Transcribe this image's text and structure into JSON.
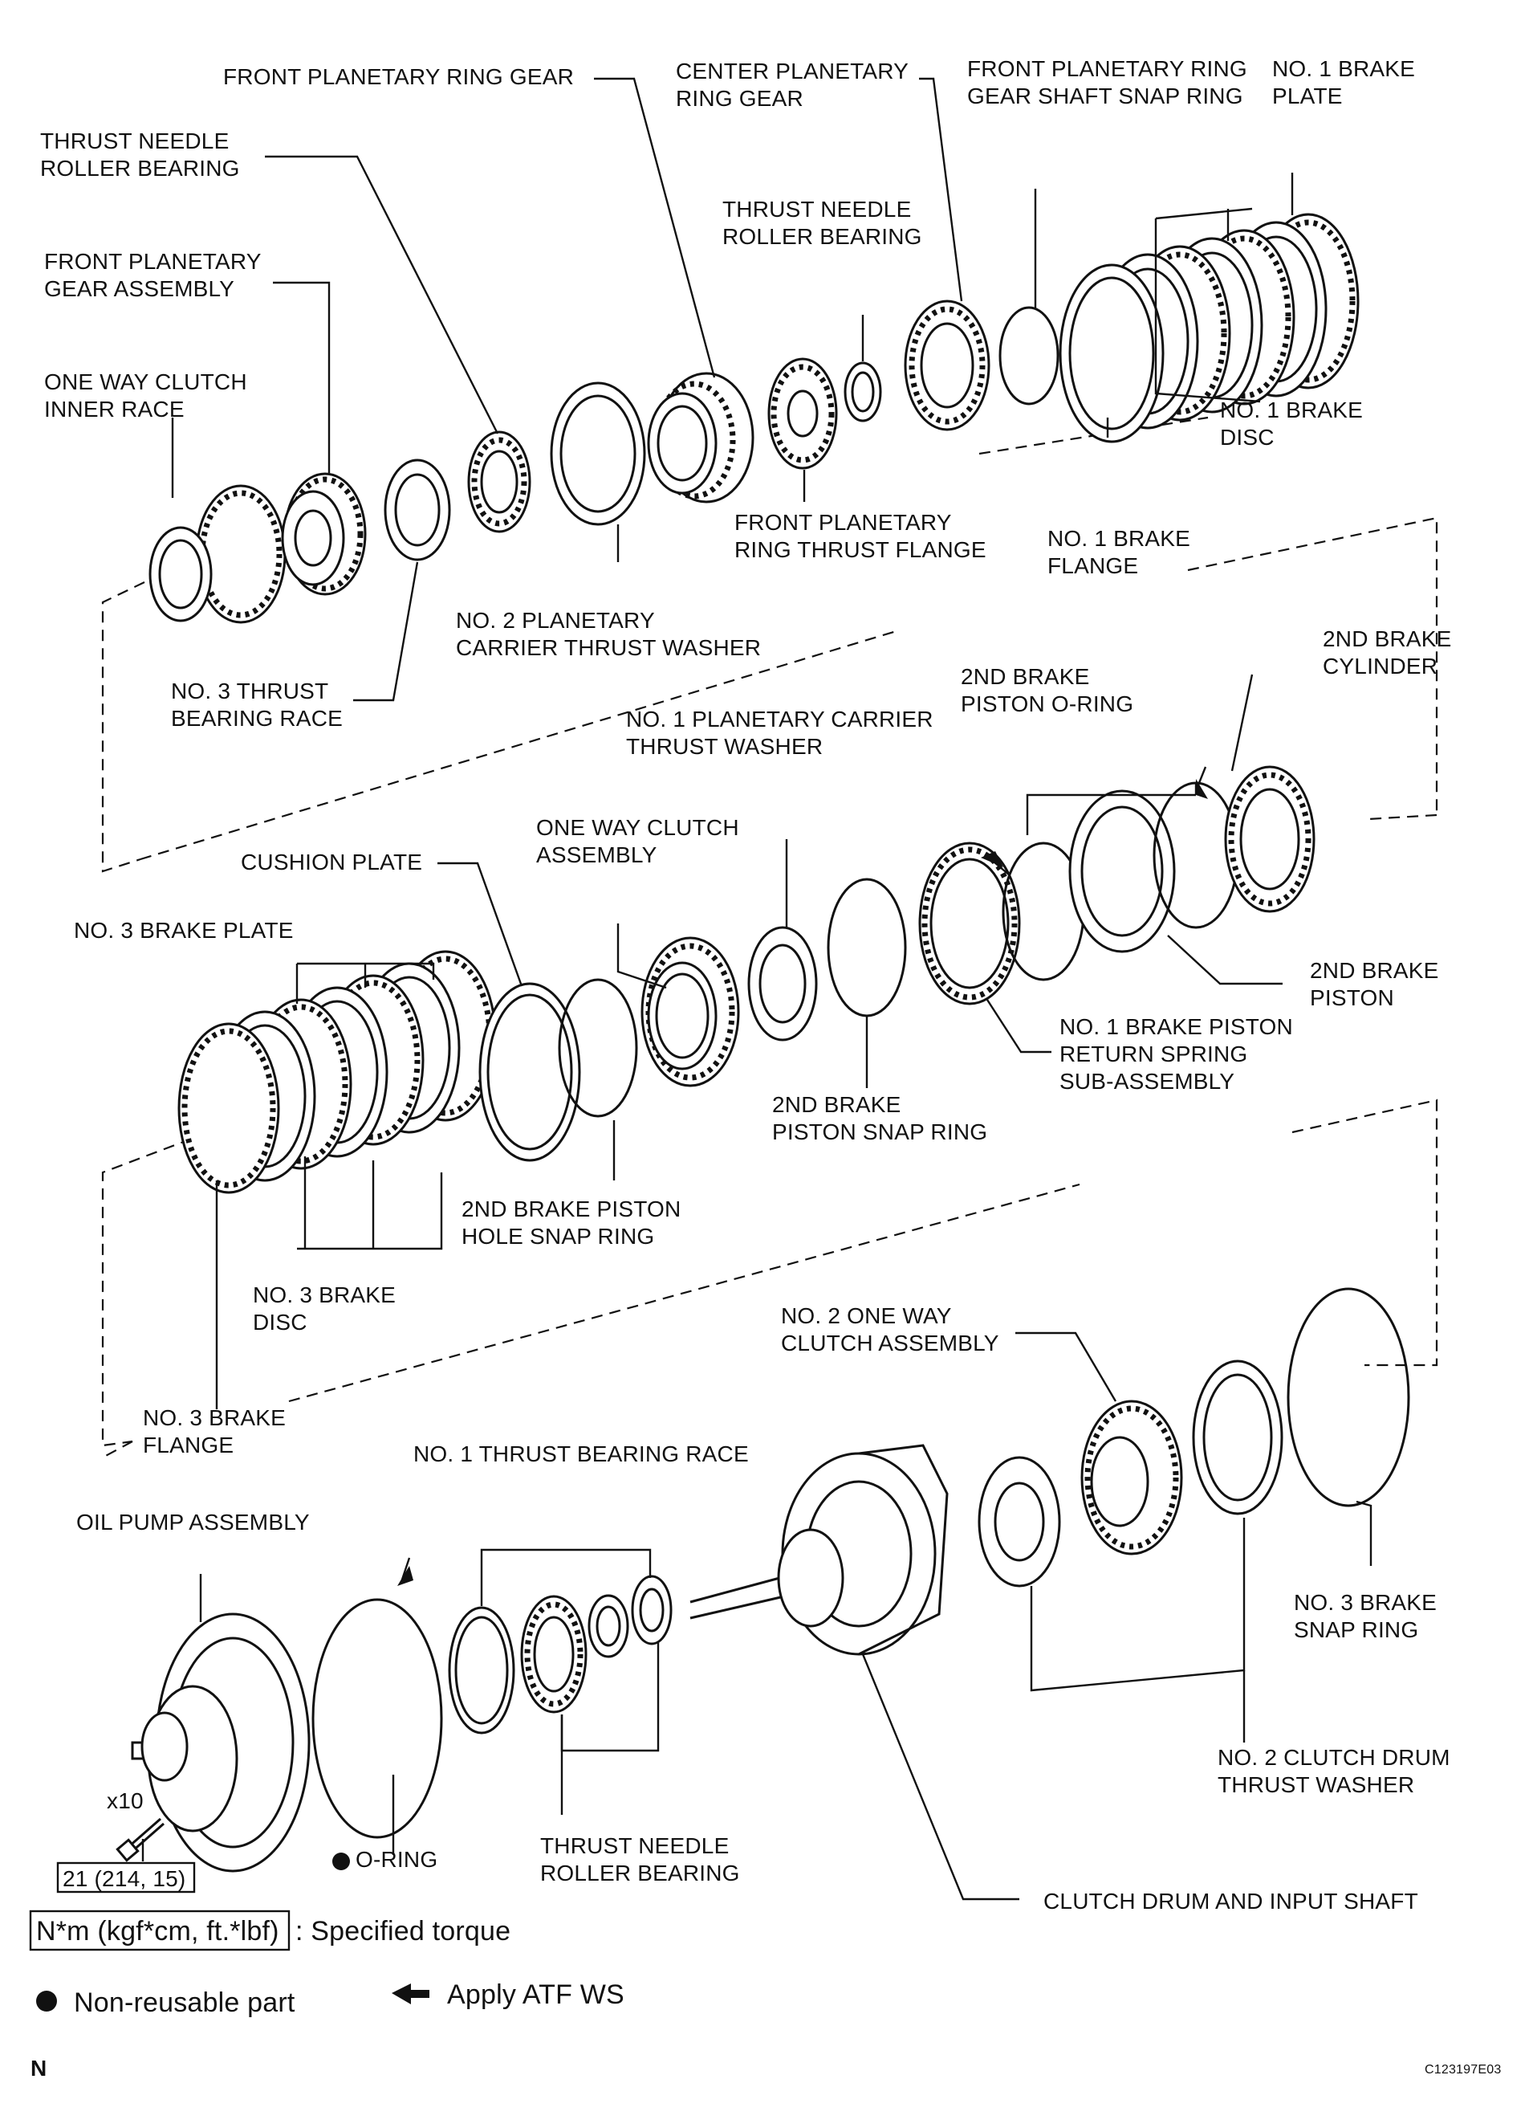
{
  "labels": {
    "front_planetary_ring_gear": [
      "FRONT PLANETARY RING GEAR"
    ],
    "center_planetary_ring_gear": [
      "CENTER PLANETARY",
      "RING GEAR"
    ],
    "front_planetary_ring_gear_shaft_snap_ring": [
      "FRONT PLANETARY RING",
      "GEAR SHAFT SNAP RING"
    ],
    "no1_brake_plate": [
      "NO. 1 BRAKE",
      "PLATE"
    ],
    "thrust_needle_roller_bearing_top": [
      "THRUST NEEDLE",
      "ROLLER BEARING"
    ],
    "thrust_needle_roller_bearing_mid": [
      "THRUST NEEDLE",
      "ROLLER BEARING"
    ],
    "front_planetary_gear_assembly": [
      "FRONT PLANETARY",
      "GEAR ASSEMBLY"
    ],
    "one_way_clutch_inner_race": [
      "ONE WAY CLUTCH",
      "INNER RACE"
    ],
    "no1_brake_disc": [
      "NO. 1 BRAKE",
      "DISC"
    ],
    "front_planetary_ring_thrust_flange": [
      "FRONT PLANETARY",
      "RING THRUST FLANGE"
    ],
    "no1_brake_flange": [
      "NO. 1 BRAKE",
      "FLANGE"
    ],
    "no2_planetary_carrier_thrust_washer": [
      "NO. 2 PLANETARY",
      "CARRIER THRUST WASHER"
    ],
    "no3_thrust_bearing_race": [
      "NO. 3 THRUST",
      "BEARING RACE"
    ],
    "second_brake_cylinder": [
      "2ND BRAKE",
      "CYLINDER"
    ],
    "second_brake_piston_o_ring": [
      "2ND BRAKE",
      "PISTON O-RING"
    ],
    "no1_planetary_carrier_thrust_washer": [
      "NO. 1 PLANETARY CARRIER",
      "THRUST WASHER"
    ],
    "one_way_clutch_assembly": [
      "ONE WAY CLUTCH",
      "ASSEMBLY"
    ],
    "cushion_plate": [
      "CUSHION PLATE"
    ],
    "no3_brake_plate": [
      "NO. 3 BRAKE PLATE"
    ],
    "second_brake_piston": [
      "2ND BRAKE",
      "PISTON"
    ],
    "no1_brake_piston_return_spring": [
      "NO. 1 BRAKE PISTON",
      "RETURN SPRING",
      "SUB-ASSEMBLY"
    ],
    "second_brake_piston_snap_ring": [
      "2ND BRAKE",
      "PISTON SNAP RING"
    ],
    "second_brake_piston_hole_snap_ring": [
      "2ND BRAKE PISTON",
      "HOLE SNAP RING"
    ],
    "no3_brake_disc": [
      "NO. 3 BRAKE",
      "DISC"
    ],
    "no2_one_way_clutch_assembly": [
      "NO. 2 ONE WAY",
      "CLUTCH ASSEMBLY"
    ],
    "no3_brake_flange": [
      "NO. 3 BRAKE",
      "FLANGE"
    ],
    "no1_thrust_bearing_race": [
      "NO. 1 THRUST BEARING RACE"
    ],
    "oil_pump_assembly": [
      "OIL PUMP ASSEMBLY"
    ],
    "no3_brake_snap_ring": [
      "NO. 3 BRAKE",
      "SNAP RING"
    ],
    "no2_clutch_drum_thrust_washer": [
      "NO. 2 CLUTCH DRUM",
      "THRUST  WASHER"
    ],
    "o_ring": [
      "O-RING"
    ],
    "thrust_needle_roller_bearing_bottom": [
      "THRUST NEEDLE",
      "ROLLER BEARING"
    ],
    "clutch_drum_and_input_shaft": [
      "CLUTCH DRUM AND INPUT SHAFT"
    ]
  },
  "bolt": {
    "quantity": "x10",
    "torque": "21 (214, 15)"
  },
  "legend": {
    "torque_unit_box": "N*m (kgf*cm, ft.*lbf)",
    "torque_desc": ": Specified torque",
    "non_reusable": "Non-reusable part",
    "apply_atf": "Apply ATF WS"
  },
  "footer": {
    "letter": "N",
    "code": "C123197E03"
  }
}
